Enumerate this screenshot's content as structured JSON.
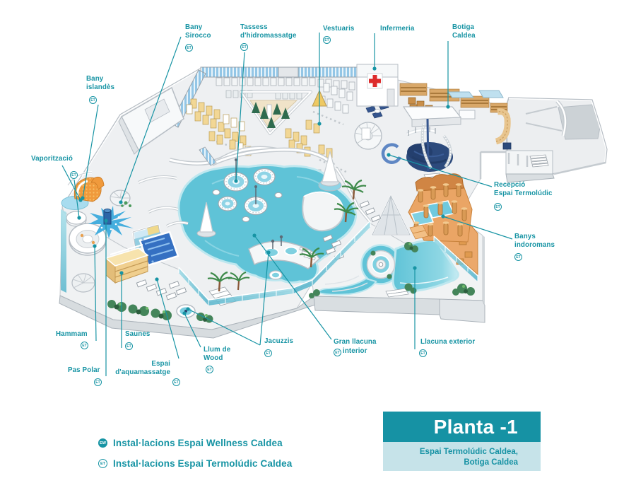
{
  "title_box": {
    "title": "Planta -1",
    "subtitle_line1": "Espai Termolúdic Caldea,",
    "subtitle_line2": "Botiga Caldea"
  },
  "legend": {
    "items": [
      {
        "badge": "EW",
        "label": "Instal·lacions Espai Wellness Caldea"
      },
      {
        "badge": "ET",
        "label": "Instal·lacions Espai Termolúdic Caldea"
      }
    ]
  },
  "map": {
    "floor_name": "Planta -1 — Espai Termolúdic Caldea (isometric floor plan)",
    "labels": {
      "bany_sirocco": {
        "line1": "Bany",
        "line2": "Sirocco",
        "badge": "ET"
      },
      "tassess": {
        "line1": "Tassess",
        "line2": "d'hidromassatge",
        "badge": "ET"
      },
      "vestuaris": {
        "line1": "Vestuaris",
        "badge": "ET"
      },
      "infermeria": {
        "line1": "Infermeria"
      },
      "botiga_caldea": {
        "line1": "Botiga",
        "line2": "Caldea"
      },
      "bany_islandes": {
        "line1": "Bany",
        "line2": "islandès",
        "badge": "ET"
      },
      "vaporitzacio": {
        "line1": "Vaporització",
        "badge": "ET"
      },
      "recepcio": {
        "line1": "Recepció",
        "line2": "Espai Termolúdic",
        "badge": "ET"
      },
      "banys_indoromans": {
        "line1": "Banys",
        "line2": "indoromans",
        "badge": "ET"
      },
      "hammam": {
        "line1": "Hammam",
        "badge": "ET"
      },
      "saunes": {
        "line1": "Saunes",
        "badge": "ET"
      },
      "pas_polar": {
        "line1": "Pas Polar",
        "badge": "ET"
      },
      "espai_aquamassatge": {
        "line1": "Espai",
        "line2": "d'aquamassatge",
        "badge": "ET"
      },
      "llum_de_wood": {
        "line1": "Llum de",
        "line2": "Wood",
        "badge": "ET"
      },
      "jacuzzis": {
        "line1": "Jacuzzis",
        "badge": "ET"
      },
      "gran_llacuna": {
        "line1": "Gran llacuna",
        "line2": "interior",
        "badge": "ET"
      },
      "llacuna_exterior": {
        "line1": "Llacuna exterior",
        "badge": "ET"
      }
    }
  },
  "colors": {
    "accent_teal": "#1794a4",
    "title_box_dark": "#1692a4",
    "title_box_light": "#c6e3e9",
    "water_turquoise": "#5fc3d7",
    "orange": "#f09a3c",
    "navy": "#2c4a7c",
    "sand_yellow": "#f2d795",
    "floor_gray": "#eef0f2"
  }
}
